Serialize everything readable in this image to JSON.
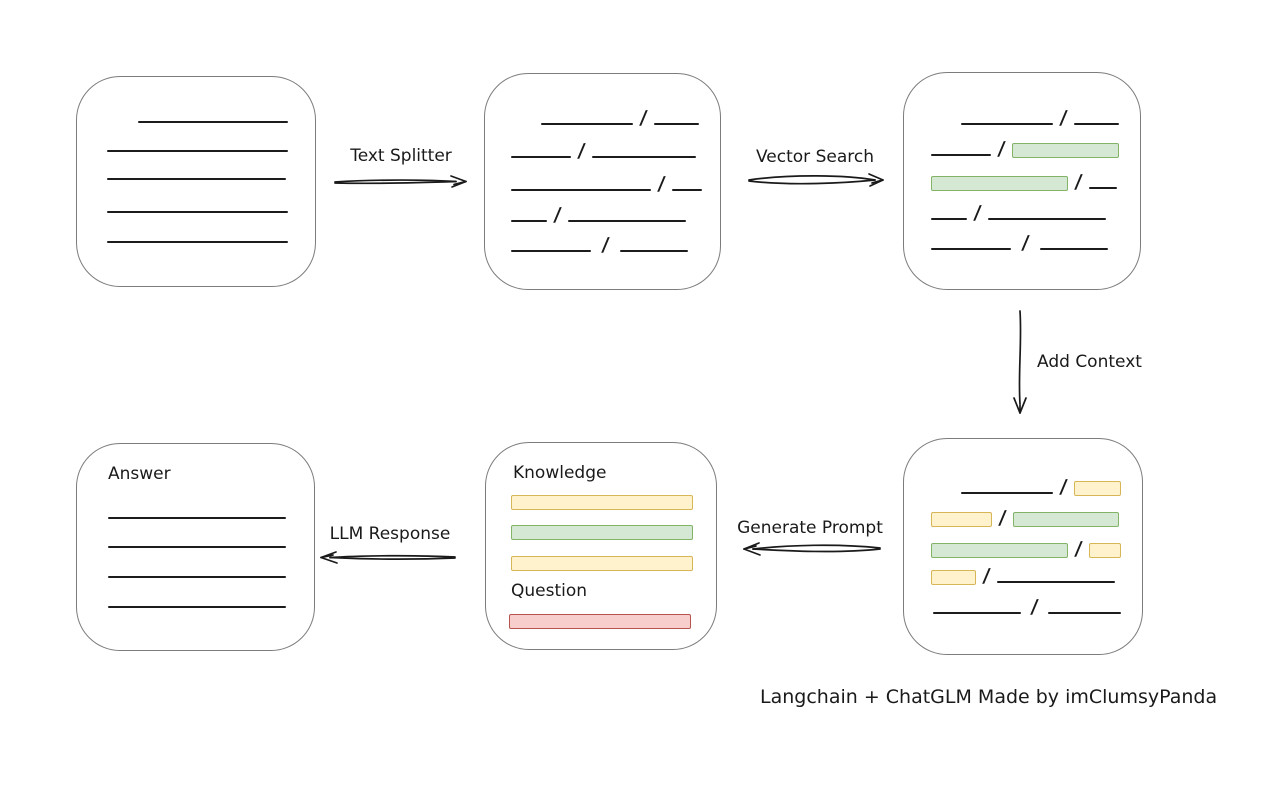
{
  "caption": "Langchain + ChatGLM Made by imClumsyPanda",
  "slash": "/",
  "arrows": {
    "text_splitter": "Text Splitter",
    "vector_search": "Vector Search",
    "add_context": "Add Context",
    "generate_prompt": "Generate Prompt",
    "llm_response": "LLM Response"
  },
  "nodes": {
    "prompt": {
      "knowledge_label": "Knowledge",
      "question_label": "Question"
    },
    "answer": {
      "answer_label": "Answer"
    }
  },
  "colors": {
    "green_fill": "#d5e8d4",
    "green_border": "#82b366",
    "yellow_fill": "#fff2cc",
    "yellow_border": "#d6b656",
    "red_fill": "#f8cecc",
    "red_border": "#b85450",
    "line": "#1c1c1c",
    "node_border": "#7c7c7c"
  }
}
